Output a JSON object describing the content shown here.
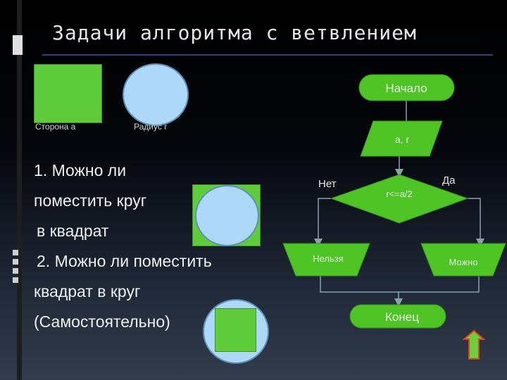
{
  "title": "Задачи алгоритма с ветвлением",
  "shapes": {
    "square_label": "Сторона а",
    "circle_label": "Радиус r"
  },
  "tasks": {
    "line1": "1.  Можно ли",
    "line2": "поместить круг",
    "line3": "в квадрат",
    "line4": "2. Можно ли поместить",
    "line5": "квадрат в круг",
    "line6": "(Самостоятельно)"
  },
  "flowchart": {
    "start": "Начало",
    "input": "a, r",
    "condition": "r<=a/2",
    "no_label": "Нет",
    "yes_label": "Да",
    "no_result": "Нельзя",
    "yes_result": "Можно",
    "end": "Конец"
  },
  "colors": {
    "green": "#5fcc3b",
    "light_blue": "#add8f7",
    "flow_green": "#4ec425",
    "arrow_red": "#e04020"
  },
  "icons": {
    "nav": "up-arrow-icon"
  }
}
